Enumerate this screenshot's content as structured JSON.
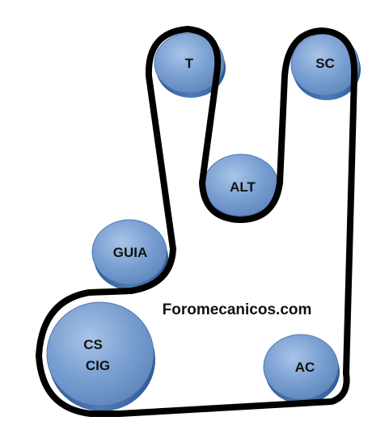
{
  "watermark": "Foromecanicos.com",
  "colors": {
    "belt": "#000000",
    "pulley_face": "#6f95c9",
    "pulley_face_light": "#9ab9e0",
    "pulley_side": "#3e6aa6",
    "label": "#111111"
  },
  "pulleys": {
    "t": {
      "label": "T"
    },
    "sc": {
      "label": "SC"
    },
    "alt": {
      "label": "ALT"
    },
    "guia": {
      "label": "GUIA"
    },
    "cs": {
      "label_line1": "CS",
      "label_line2": "CIG"
    },
    "ac": {
      "label": "AC"
    }
  }
}
